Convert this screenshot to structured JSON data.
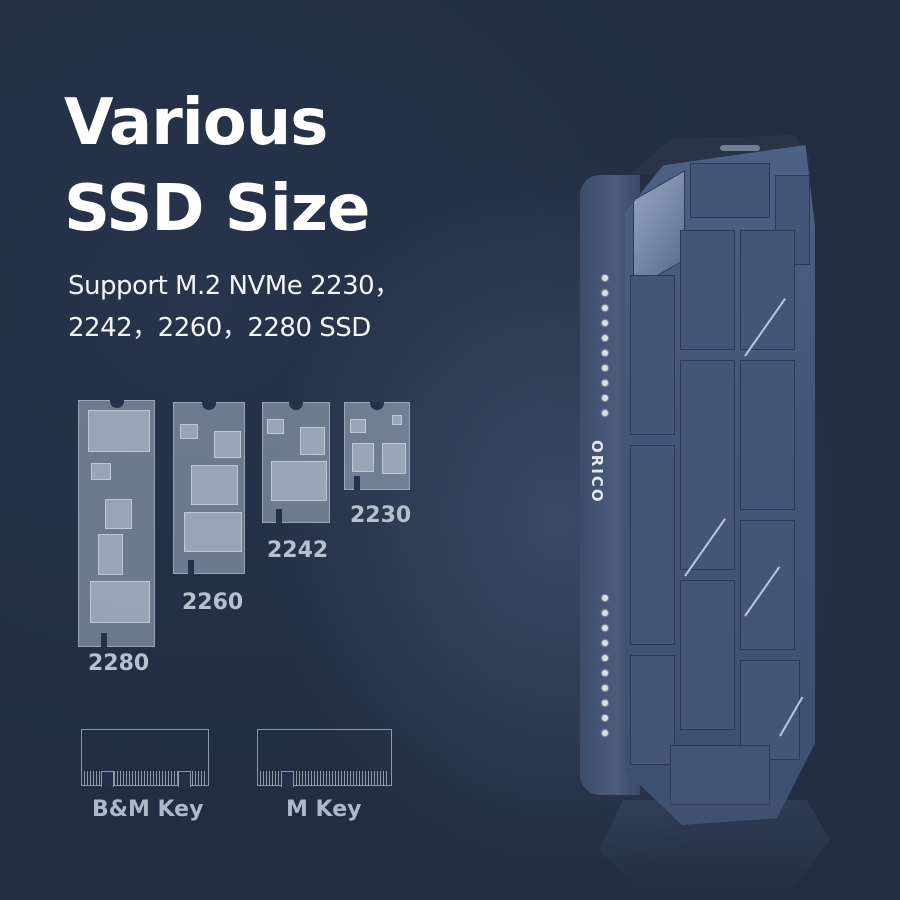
{
  "headline": {
    "line1": "Various",
    "line2": "SSD Size"
  },
  "subheadline": {
    "line1": "Support M.2 NVMe 2230，",
    "line2": "2242，2260，2280 SSD"
  },
  "ssd_sizes": [
    {
      "label": "2280"
    },
    {
      "label": "2260"
    },
    {
      "label": "2242"
    },
    {
      "label": "2230"
    }
  ],
  "key_types": [
    {
      "label": "B&M Key"
    },
    {
      "label": "M Key"
    }
  ],
  "product": {
    "brand_logo": "ORICO",
    "icons": [
      "ssd-enclosure",
      "vent-holes",
      "usb-c-port"
    ]
  },
  "colors": {
    "background": "#252f45",
    "device": "#43567a",
    "text": "#ffffff",
    "label": "#b7c0ce"
  }
}
